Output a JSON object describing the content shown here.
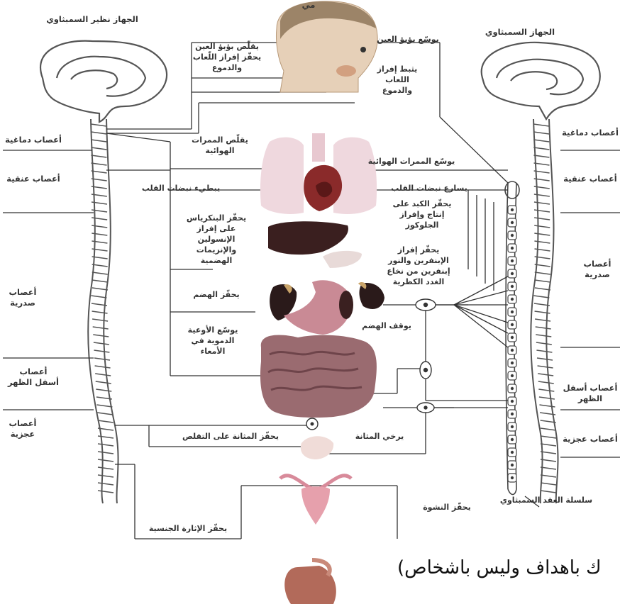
{
  "top_banner": "مي",
  "left_system": "الجهاز نظير السمبثاوي",
  "right_system": "الجهاز السمبثاوي",
  "left_nerves": {
    "cranial": "أعصاب دماغية",
    "cervical": "أعصاب عنقية",
    "thoracic": "أعصاب\nصدرية",
    "lumbar": "أعصاب\nأسفل الظهر",
    "sacral": "أعصاب\nعجزية"
  },
  "right_nerves": {
    "cranial": "أعصاب دماغية",
    "cervical": "أعصاب عنقية",
    "thoracic": "أعصاب\nصدرية",
    "lumbar": "أعصاب أسفل\nالظهر",
    "sacral": "أعصاب عجزية"
  },
  "parasympathetic_effects": {
    "eye": "يقلّص بؤبؤ العين\nيحفّز إفراز اللّعاب\nوالدموع",
    "airways": "يقلّص الممرات\nالهوائية",
    "heart": "يبطيء نبضات القلب",
    "pancreas": "يحفّز البنكرياس\nعلى إفراز\nالإنسولين\nوالإنزيمات\nالهضمية",
    "digestion": "يحفّز الهضم",
    "vessels": "يوسّع الأوعية\nالدموية في\nالأمعاء",
    "bladder": "يحفّز المثانة على التقلص",
    "genital": "يحفّز الإثارة الجنسية"
  },
  "sympathetic_effects": {
    "eye": "يوسّع بؤبؤ العين",
    "saliva": "يثبط إفراز\nاللعاب\nوالدموع",
    "airways": "يوسّع الممرات الهوائية",
    "heart": "يسارع نبضات القلب",
    "liver": "يحفّز الكبد على\nإنتاج وإفراز\nالجلوكوز",
    "adrenal": "يحفّز إفراز\nالإبنفرين والنور\nإبنفرين من نخاع\nالغدد الكظرية",
    "digestion": "يوقف الهضم",
    "bladder": "يرخي المثانة",
    "orgasm": "يحفّز النشوة"
  },
  "chain_label": "سلسلة العقد السمبثاوي",
  "overlay_text": "ك باهداف وليس باشخاص)",
  "colors": {
    "line": "#333333",
    "brain": "#555555",
    "organ_red": "#8a2a2a",
    "organ_pink": "#c98a95",
    "liver": "#3a1f1f"
  }
}
